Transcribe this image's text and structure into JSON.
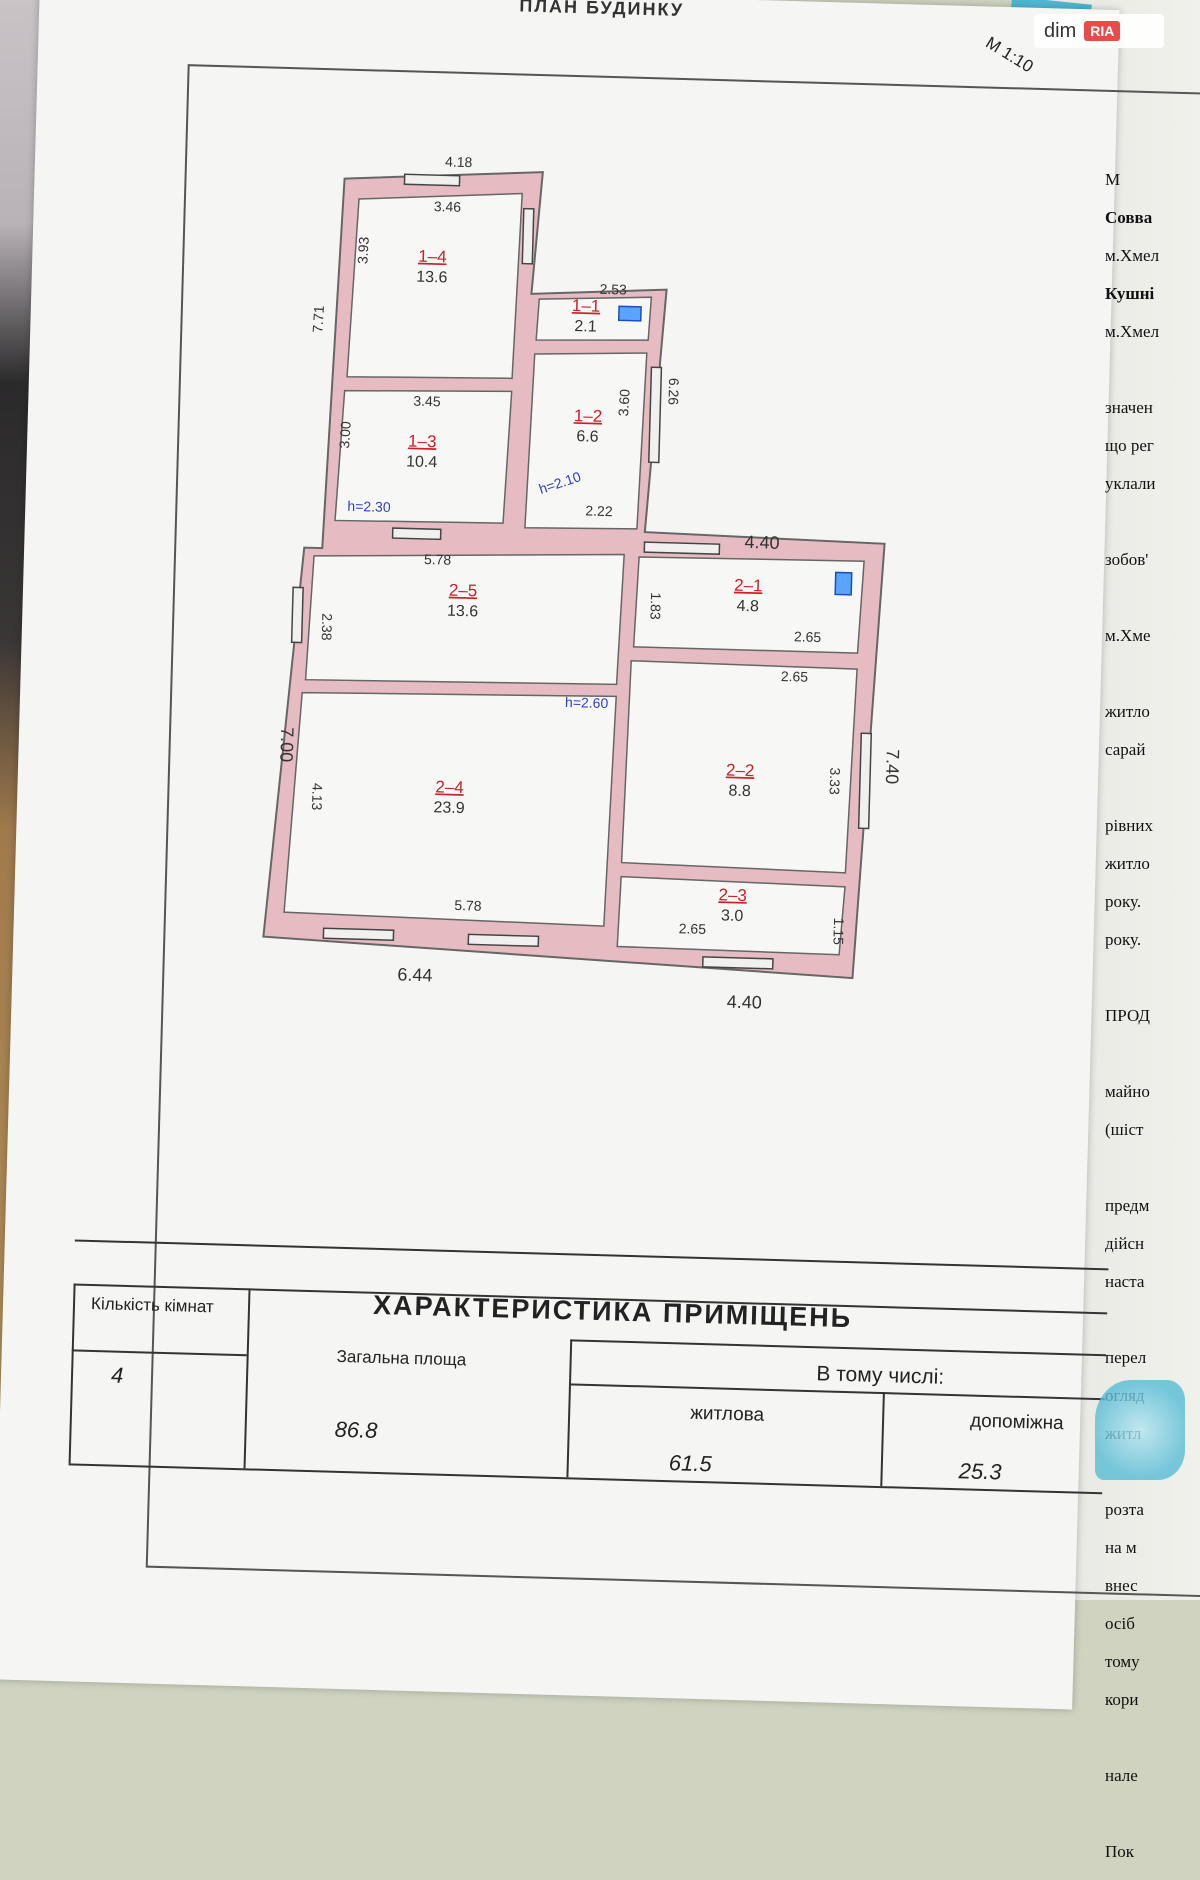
{
  "document": {
    "plan_title": "ПЛАН БУДИНКУ",
    "scale": "М 1:10",
    "watermark": {
      "brand_dim": "dim",
      "brand_ria": "RIA"
    }
  },
  "rooms": [
    {
      "code": "1–4",
      "area": "13.6"
    },
    {
      "code": "1–1",
      "area": "2.1"
    },
    {
      "code": "1–3",
      "area": "10.4"
    },
    {
      "code": "1–2",
      "area": "6.6"
    },
    {
      "code": "2–5",
      "area": "13.6"
    },
    {
      "code": "2–1",
      "area": "4.8"
    },
    {
      "code": "2–4",
      "area": "23.9"
    },
    {
      "code": "2–2",
      "area": "8.8"
    },
    {
      "code": "2–3",
      "area": "3.0"
    }
  ],
  "dimensions": {
    "top_outer": "4.18",
    "top_inner": "3.46",
    "room14_side": "3.93",
    "left_upper": "7.71",
    "room11_width": "2.53",
    "room13_width": "3.45",
    "room13_side": "3.00",
    "room12_side": "3.60",
    "right_upper": "6.26",
    "room12_width": "2.22",
    "height_left": "h=2.30",
    "height_mid": "h=2.10",
    "room25_width": "5.78",
    "room25_side": "2.38",
    "wing_top": "4.40",
    "room21_side": "1.83",
    "room21_width": "2.65",
    "room22_top": "2.65",
    "left_outer": "7.00",
    "room24_side": "4.13",
    "height_main": "h=2.60",
    "right_outer": "7.40",
    "room22_side": "3.33",
    "room24_width": "5.78",
    "room23_width": "2.65",
    "room23_side": "1.15",
    "bottom_left": "6.44",
    "bottom_right": "4.40"
  },
  "characteristics": {
    "title": "ХАРАКТЕРИСТИКА ПРИМІЩЕНЬ",
    "rooms_count_label": "Кількість кімнат",
    "total_area_label": "Загальна площа",
    "including_label": "В тому числі:",
    "living_label": "житлова",
    "auxiliary_label": "допоміжна",
    "rooms_count": "4",
    "total_area": "86.8",
    "living_area": "61.5",
    "auxiliary_area": "25.3"
  },
  "side_document_lines": [
    "М",
    "Совва",
    "м.Хмел",
    "Кушні",
    "м.Хмел",
    "",
    "значен",
    "що рег",
    "уклали",
    "",
    "зобов'",
    "",
    "м.Хме",
    "",
    "житло",
    "сарай",
    "",
    "рівних",
    "житло",
    "року.",
    "року.",
    "",
    "ПРОД",
    "",
    "майно",
    "(шіст",
    "",
    "предм",
    "дійсн",
    "наста",
    "",
    "перел",
    "огляд",
    "житл",
    "",
    "розта",
    "на м",
    "внес",
    "осіб",
    "тому",
    "кори",
    "",
    "нале",
    "",
    "Пок"
  ],
  "colors": {
    "wall_fill": "#e6bcc2",
    "room_code_red": "#c8212a",
    "height_blue": "#2f3fc0"
  }
}
